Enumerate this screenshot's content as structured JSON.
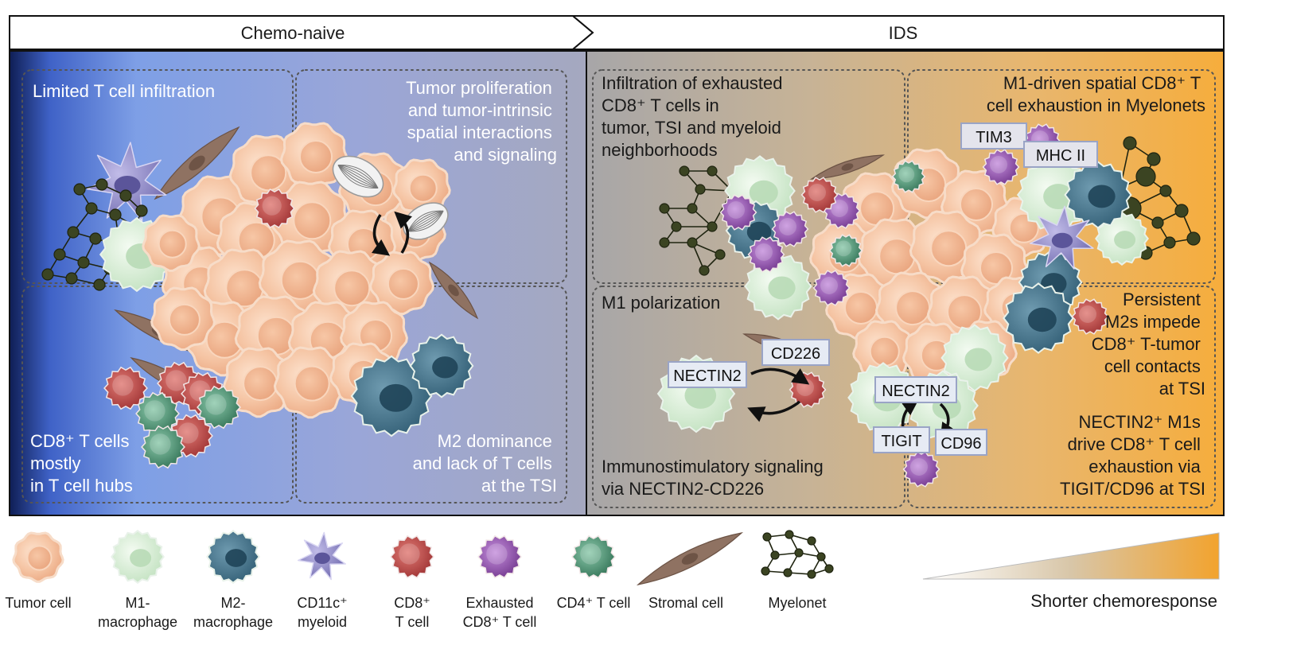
{
  "header": {
    "left_phase": "Chemo-naive",
    "right_phase": "IDS"
  },
  "panels": {
    "chemo_naive": {
      "top_left": "Limited T cell infiltration",
      "top_right": [
        "Tumor proliferation",
        "and tumor-intrinsic",
        "spatial interactions",
        "and signaling"
      ],
      "bottom_left": [
        "CD8⁺ T cells",
        "mostly",
        "in T cell hubs"
      ],
      "bottom_right": [
        "M2 dominance",
        "and lack of T cells",
        "at the TSI"
      ]
    },
    "ids": {
      "top_left": [
        "Infiltration of exhausted",
        "CD8⁺ T cells in",
        "tumor, TSI and myeloid",
        "neighborhoods"
      ],
      "top_right": [
        "M1-driven spatial CD8⁺ T",
        "cell exhaustion in Myelonets"
      ],
      "bottom_left_title": "M1 polarization",
      "bottom_left_caption": [
        "Immunostimulatory signaling",
        "via NECTIN2-CD226"
      ],
      "bottom_right_top": [
        "Persistent",
        "M2s impede",
        "CD8⁺ T-tumor",
        "cell contacts",
        "at TSI"
      ],
      "bottom_right_bottom": [
        "NECTIN2⁺ M1s",
        "drive CD8⁺ T cell",
        "exhaustion via",
        "TIGIT/CD96 at TSI"
      ]
    }
  },
  "molecule_labels": {
    "tim3": "TIM3",
    "mhc2": "MHC II",
    "nectin2_a": "NECTIN2",
    "cd226": "CD226",
    "nectin2_b": "NECTIN2",
    "tigit": "TIGIT",
    "cd96": "CD96"
  },
  "legend": [
    {
      "name": "tumor-cell",
      "lines": [
        "Tumor cell"
      ]
    },
    {
      "name": "m1-macrophage",
      "lines": [
        "M1-",
        "macrophage"
      ]
    },
    {
      "name": "m2-macrophage",
      "lines": [
        "M2-",
        "macrophage"
      ]
    },
    {
      "name": "cd11c-myeloid",
      "lines": [
        "CD11c⁺",
        "myeloid"
      ]
    },
    {
      "name": "cd8-t-cell",
      "lines": [
        "CD8⁺",
        "T cell"
      ]
    },
    {
      "name": "exhausted-cd8-t-cell",
      "lines": [
        "Exhausted",
        "CD8⁺ T cell"
      ]
    },
    {
      "name": "cd4-t-cell",
      "lines": [
        "CD4⁺ T cell"
      ]
    },
    {
      "name": "stromal-cell",
      "lines": [
        "Stromal cell"
      ]
    },
    {
      "name": "myelonet",
      "lines": [
        "Myelonet"
      ]
    }
  ],
  "gradient_label": "Shorter chemoresponse",
  "colors": {
    "tumor": "#f5c4a3",
    "m1": "#d4ecd2",
    "m2": "#3f6f87",
    "cd11c": "#8c86c6",
    "cd8": "#b7403f",
    "exhausted": "#8a4aa6",
    "cd4": "#3e8a6a",
    "stromal": "#8a6d5c",
    "myelonet": "#3b4422",
    "left_dark": "#0f1e55",
    "right_orange": "#f6ad3c"
  }
}
